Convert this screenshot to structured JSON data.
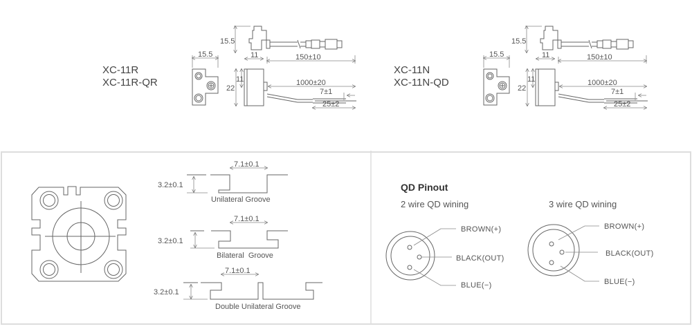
{
  "top": {
    "left_product": {
      "models": [
        "XC-11R",
        "XC-11R-QR"
      ],
      "dims": {
        "height_side": "15.5",
        "width_front": "15.5",
        "body_len": "11",
        "cable_qd": "150±10",
        "height_total": "22",
        "height_half": "11",
        "cable_len": "1000±20",
        "strip": "7±1",
        "lead": "25±2"
      }
    },
    "right_product": {
      "models": [
        "XC-11N",
        "XC-11N-QD"
      ],
      "dims": {
        "height_side": "15.5",
        "width_front": "15.5",
        "body_len": "11",
        "cable_qd": "150±10",
        "height_total": "22",
        "height_half": "11",
        "cable_len": "1000±20",
        "strip": "7±1",
        "lead": "25±2"
      }
    }
  },
  "grooves": [
    {
      "name": "Unilateral Groove",
      "width": "7.1±0.1",
      "depth": "3.2±0.1"
    },
    {
      "name": "Bilateral  Groove",
      "width": "7.1±0.1",
      "depth": "3.2±0.1"
    },
    {
      "name": "Double Unilateral Groove",
      "width": "7.1±0.1",
      "depth": "3.2±0.1"
    }
  ],
  "pinout": {
    "title": "QD Pinout",
    "two_wire": {
      "label": "2 wire QD wining",
      "pins": [
        "BROWN(+)",
        "BLACK(OUT)",
        "BLUE(−)"
      ]
    },
    "three_wire": {
      "label": "3 wire QD wining",
      "pins": [
        "BROWN(+)",
        "BLACK(OUT)",
        "BLUE(−)"
      ]
    }
  }
}
